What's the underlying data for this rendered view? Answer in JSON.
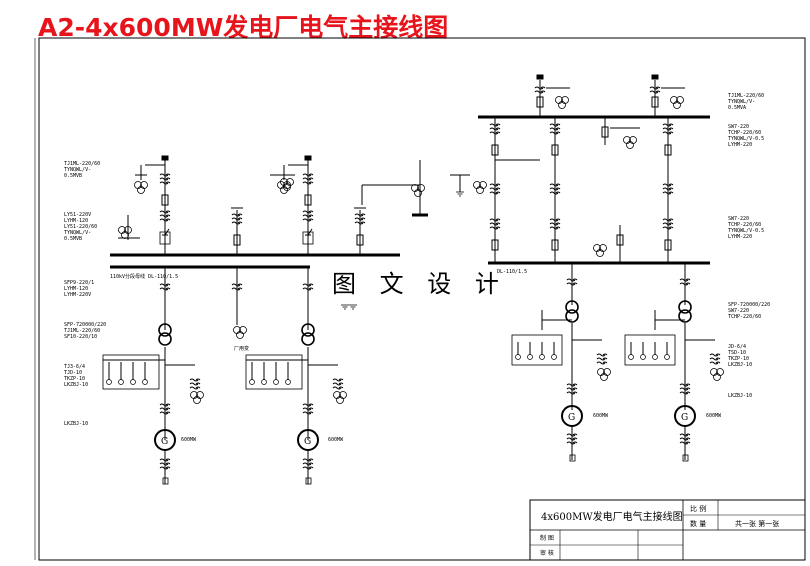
{
  "title": "A2-4x600MW发电厂电气主接线图",
  "watermark": "图 文 设 计",
  "title_block": {
    "drawing_name": "4x600MW发电厂电气主接线图",
    "scale_label": "比 例",
    "quantity_label": "数 量",
    "sheets_label": "共一张  第一张",
    "drawn_label": "制 图",
    "review_label": "审 核"
  },
  "labels": {
    "left_top": "TJ1ML-220/60\nTYNQWL/V-\n0.5MVB",
    "left_mid": "LY51-220V\nLYHM-120\nLY51-220/60\nTYNQWL/V-\n0.5MVB",
    "left_bus": "SFP9-220/1\nLYHM-120\nLYHM-220V",
    "left_tr": "SFP-720000/220\nTJ1ML-220/60\nSF10-220/10",
    "left_aux": "TJ3-6/4\nTJD-10\nTKZP-10\nLKZBJ-10",
    "left_gen": "LKZBJ-10",
    "bus_left": "110kV分段母线 DL-110/1.5",
    "right_top": "TJ1ML-220/60\nTYNQWL/V-\n0.5MVA",
    "right_mid": "SW7-220\nTCHP-220/60\nTYNQWL/V-0.5\nLYHM-220",
    "right_mid2": "SW7-220\nTCHP-220/60\nTYNQWL/V-0.5\nLYHM-220",
    "right_bus": "DL-110/1.5",
    "right_tr": "SFP-720000/220\nSW7-220\nTCHP-220/60",
    "right_aux": "JD-6/4\nTSD-10\nTKZP-10\nLKZBJ-10",
    "right_gen": "LKZBJ-10",
    "gen_rating": "600MW",
    "aux_label": "厂用变"
  }
}
